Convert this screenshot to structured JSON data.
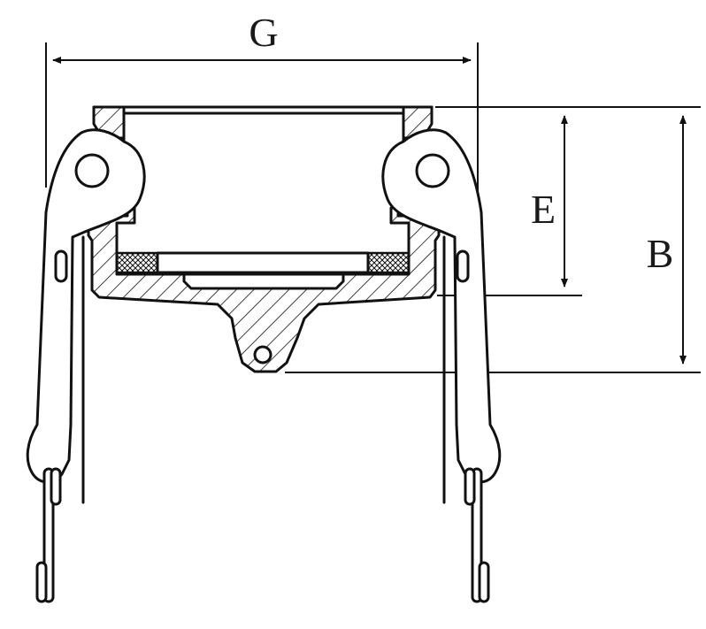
{
  "labels": {
    "g": "G",
    "e": "E",
    "b": "B"
  },
  "colors": {
    "line": "#111111",
    "background": "#ffffff"
  }
}
